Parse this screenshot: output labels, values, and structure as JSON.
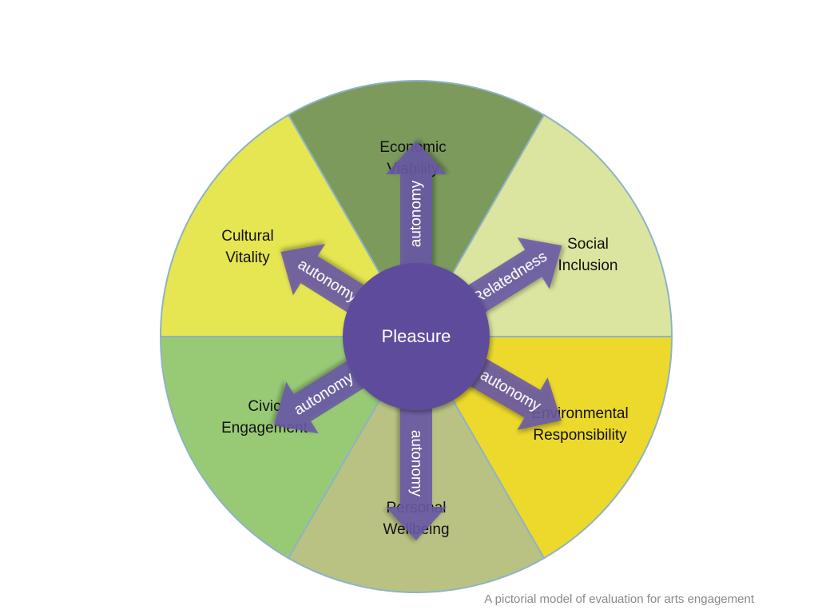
{
  "center": {
    "label": "Pleasure",
    "color": "#5f4b9c"
  },
  "segments": [
    {
      "key": "economic",
      "lines": [
        "Economic",
        "Viability"
      ],
      "color": "#7b9a5c"
    },
    {
      "key": "social",
      "lines": [
        "Social",
        "Inclusion"
      ],
      "color": "#dce59f"
    },
    {
      "key": "environmental",
      "lines": [
        "Environmental",
        "Responsibility"
      ],
      "color": "#ecd92b"
    },
    {
      "key": "personal",
      "lines": [
        "Personal",
        "Wellbeing"
      ],
      "color": "#b9c283"
    },
    {
      "key": "civic",
      "lines": [
        "Civic",
        "Engagement"
      ],
      "color": "#98ca76"
    },
    {
      "key": "cultural",
      "lines": [
        "Cultural",
        "Vitality"
      ],
      "color": "#e5e651"
    }
  ],
  "arrows": [
    {
      "key": "to-economic",
      "label": "autonomy"
    },
    {
      "key": "to-social",
      "label": "Relatedness"
    },
    {
      "key": "to-environmental",
      "label": "autonomy"
    },
    {
      "key": "to-personal",
      "label": "autonomy"
    },
    {
      "key": "to-civic",
      "label": "autonomy"
    },
    {
      "key": "to-cultural",
      "label": "autonomy"
    }
  ],
  "colors": {
    "arrow": "#6a58a6",
    "divider": "#8fb3c2"
  },
  "caption": "A pictorial model of evaluation for arts engagement"
}
